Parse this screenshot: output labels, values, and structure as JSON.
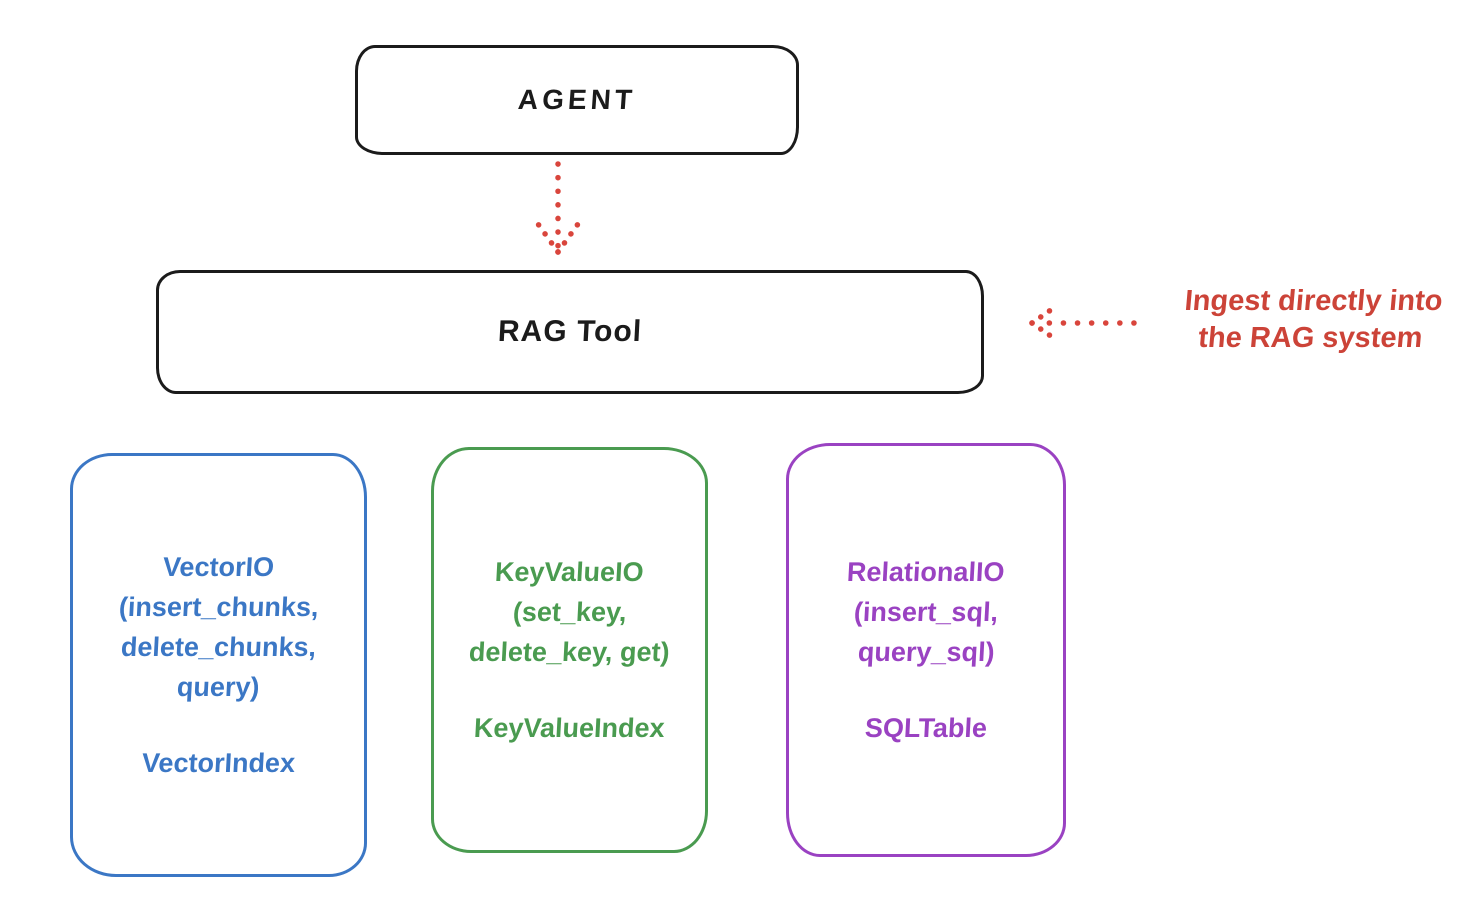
{
  "diagram": {
    "agent": {
      "label": "AGENT"
    },
    "rag_tool": {
      "label": "RAG Tool"
    },
    "annotation": {
      "line1": "Ingest directly into",
      "line2": "the RAG system"
    },
    "arrows": [
      {
        "name": "agent-to-rag-tool",
        "style": "dotted",
        "direction": "down",
        "color": "#d9453c"
      },
      {
        "name": "ingest-into-rag",
        "style": "dotted",
        "direction": "left",
        "color": "#d9453c"
      }
    ],
    "backends": [
      {
        "name": "vector-io",
        "lines": [
          "VectorIO",
          "(insert_chunks,",
          "delete_chunks,",
          "query)"
        ],
        "footer": "VectorIndex",
        "color": "#3b77c5"
      },
      {
        "name": "keyvalue-io",
        "lines": [
          "KeyValueIO",
          "(set_key,",
          "delete_key, get)"
        ],
        "footer": "KeyValueIndex",
        "color": "#4a9b50"
      },
      {
        "name": "relational-io",
        "lines": [
          "RelationalIO",
          "(insert_sql,",
          "query_sql)"
        ],
        "footer": "SQLTable",
        "color": "#9a42c2"
      }
    ],
    "colors": {
      "stroke_black": "#1b1b1b",
      "annotation_red": "#cc4338",
      "arrow_red": "#d9453c",
      "background": "#ffffff"
    }
  }
}
